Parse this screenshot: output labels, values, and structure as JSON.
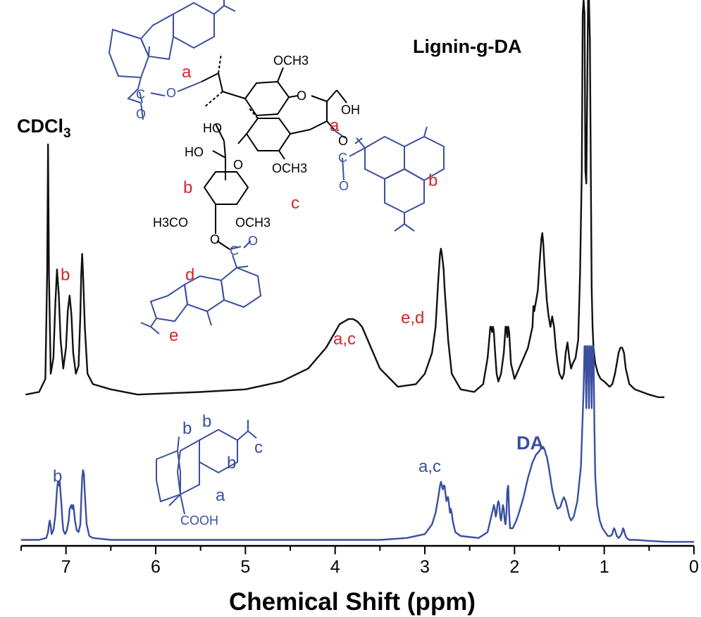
{
  "chart_data": {
    "type": "line",
    "xlabel": "Chemical Shift (ppm)",
    "ylabel": "",
    "xlim": [
      7.5,
      0
    ],
    "x_reversed": true,
    "x_ticks": [
      7,
      6,
      5,
      4,
      3,
      2,
      1,
      0
    ],
    "grid": false,
    "legend": "none",
    "series": [
      {
        "name": "Lignin-g-DA",
        "color": "#111111",
        "baseline": 0.05,
        "x": [
          7.45,
          7.3,
          7.23,
          7.21,
          7.2,
          7.19,
          7.17,
          7.14,
          7.12,
          7.1,
          7.08,
          7.06,
          7.03,
          7.0,
          6.98,
          6.96,
          6.94,
          6.92,
          6.89,
          6.86,
          6.84,
          6.83,
          6.82,
          6.81,
          6.79,
          6.76,
          6.7,
          6.5,
          6.2,
          5.5,
          5.0,
          4.6,
          4.3,
          4.1,
          4.0,
          3.95,
          3.9,
          3.85,
          3.8,
          3.75,
          3.7,
          3.6,
          3.5,
          3.3,
          3.1,
          3.0,
          2.92,
          2.88,
          2.85,
          2.83,
          2.82,
          2.81,
          2.8,
          2.79,
          2.78,
          2.76,
          2.74,
          2.7,
          2.6,
          2.45,
          2.35,
          2.3,
          2.27,
          2.26,
          2.25,
          2.24,
          2.23,
          2.22,
          2.2,
          2.18,
          2.15,
          2.12,
          2.1,
          2.09,
          2.08,
          2.07,
          2.06,
          2.04,
          2.0,
          1.95,
          1.9,
          1.85,
          1.8,
          1.79,
          1.78,
          1.76,
          1.74,
          1.72,
          1.7,
          1.69,
          1.68,
          1.66,
          1.64,
          1.62,
          1.6,
          1.58,
          1.56,
          1.54,
          1.52,
          1.5,
          1.47,
          1.45,
          1.43,
          1.41,
          1.39,
          1.37,
          1.35,
          1.32,
          1.29,
          1.27,
          1.25,
          1.24,
          1.23,
          1.22,
          1.21,
          1.2,
          1.19,
          1.18,
          1.17,
          1.16,
          1.15,
          1.14,
          1.13,
          1.12,
          1.1,
          1.07,
          1.04,
          1.0,
          0.97,
          0.94,
          0.91,
          0.88,
          0.86,
          0.84,
          0.82,
          0.8,
          0.78,
          0.76,
          0.72,
          0.66,
          0.58,
          0.5,
          0.4,
          0.33
        ],
        "y": [
          0.04,
          0.05,
          0.1,
          0.5,
          1.0,
          0.5,
          0.12,
          0.18,
          0.38,
          0.52,
          0.42,
          0.25,
          0.14,
          0.22,
          0.36,
          0.42,
          0.35,
          0.2,
          0.12,
          0.15,
          0.34,
          0.5,
          0.58,
          0.5,
          0.3,
          0.12,
          0.08,
          0.06,
          0.04,
          0.05,
          0.06,
          0.09,
          0.14,
          0.22,
          0.28,
          0.31,
          0.32,
          0.33,
          0.33,
          0.32,
          0.3,
          0.22,
          0.14,
          0.07,
          0.08,
          0.12,
          0.2,
          0.3,
          0.48,
          0.58,
          0.6,
          0.58,
          0.55,
          0.52,
          0.45,
          0.35,
          0.25,
          0.12,
          0.06,
          0.05,
          0.08,
          0.18,
          0.3,
          0.3,
          0.28,
          0.3,
          0.28,
          0.22,
          0.12,
          0.09,
          0.12,
          0.2,
          0.3,
          0.3,
          0.26,
          0.3,
          0.28,
          0.16,
          0.1,
          0.14,
          0.18,
          0.22,
          0.3,
          0.38,
          0.36,
          0.4,
          0.44,
          0.55,
          0.64,
          0.66,
          0.62,
          0.5,
          0.4,
          0.34,
          0.3,
          0.34,
          0.3,
          0.22,
          0.16,
          0.12,
          0.1,
          0.12,
          0.2,
          0.24,
          0.18,
          0.14,
          0.16,
          0.18,
          0.25,
          0.5,
          0.9,
          1.5,
          1.6,
          1.5,
          0.9,
          0.85,
          1.2,
          1.6,
          1.6,
          1.4,
          0.9,
          0.45,
          0.3,
          0.22,
          0.16,
          0.12,
          0.1,
          0.09,
          0.08,
          0.07,
          0.08,
          0.12,
          0.16,
          0.2,
          0.22,
          0.22,
          0.2,
          0.14,
          0.08,
          0.06,
          0.05,
          0.04,
          0.03,
          0.03
        ]
      },
      {
        "name": "DA",
        "color": "#3a4fa0",
        "baseline": 0.02,
        "x": [
          7.5,
          7.3,
          7.22,
          7.2,
          7.19,
          7.18,
          7.17,
          7.16,
          7.14,
          7.12,
          7.1,
          7.09,
          7.08,
          7.07,
          7.06,
          7.05,
          7.04,
          7.03,
          7.01,
          6.99,
          6.97,
          6.96,
          6.94,
          6.93,
          6.92,
          6.91,
          6.9,
          6.88,
          6.86,
          6.84,
          6.83,
          6.82,
          6.81,
          6.8,
          6.79,
          6.77,
          6.74,
          6.7,
          6.5,
          6.0,
          5.0,
          4.0,
          3.5,
          3.2,
          3.0,
          2.92,
          2.88,
          2.85,
          2.83,
          2.82,
          2.81,
          2.8,
          2.79,
          2.78,
          2.77,
          2.76,
          2.75,
          2.74,
          2.73,
          2.72,
          2.71,
          2.7,
          2.69,
          2.68,
          2.66,
          2.6,
          2.4,
          2.3,
          2.26,
          2.24,
          2.23,
          2.22,
          2.21,
          2.2,
          2.19,
          2.18,
          2.17,
          2.16,
          2.15,
          2.14,
          2.13,
          2.12,
          2.11,
          2.1,
          2.09,
          2.08,
          2.07,
          2.06,
          2.05,
          2.02,
          1.98,
          1.95,
          1.9,
          1.85,
          1.8,
          1.76,
          1.72,
          1.7,
          1.68,
          1.66,
          1.65,
          1.64,
          1.62,
          1.6,
          1.58,
          1.55,
          1.52,
          1.49,
          1.47,
          1.45,
          1.43,
          1.41,
          1.39,
          1.37,
          1.34,
          1.3,
          1.26,
          1.23,
          1.22,
          1.21,
          1.2,
          1.19,
          1.18,
          1.17,
          1.16,
          1.15,
          1.14,
          1.13,
          1.12,
          1.11,
          1.1,
          1.08,
          1.05,
          1.02,
          0.99,
          0.96,
          0.93,
          0.91,
          0.9,
          0.89,
          0.88,
          0.86,
          0.84,
          0.82,
          0.8,
          0.79,
          0.78,
          0.77,
          0.75,
          0.72,
          0.65,
          0.5,
          0.3,
          0.1,
          0.0
        ],
        "y": [
          0.02,
          0.02,
          0.03,
          0.06,
          0.1,
          0.12,
          0.09,
          0.05,
          0.07,
          0.14,
          0.28,
          0.32,
          0.3,
          0.32,
          0.26,
          0.2,
          0.12,
          0.07,
          0.05,
          0.07,
          0.12,
          0.18,
          0.2,
          0.18,
          0.2,
          0.17,
          0.12,
          0.07,
          0.06,
          0.1,
          0.22,
          0.34,
          0.38,
          0.36,
          0.26,
          0.1,
          0.04,
          0.03,
          0.02,
          0.02,
          0.02,
          0.02,
          0.02,
          0.03,
          0.05,
          0.1,
          0.16,
          0.24,
          0.3,
          0.32,
          0.3,
          0.28,
          0.3,
          0.3,
          0.26,
          0.22,
          0.24,
          0.24,
          0.2,
          0.16,
          0.18,
          0.16,
          0.12,
          0.1,
          0.06,
          0.04,
          0.03,
          0.06,
          0.14,
          0.18,
          0.2,
          0.18,
          0.14,
          0.16,
          0.2,
          0.22,
          0.2,
          0.14,
          0.12,
          0.16,
          0.2,
          0.18,
          0.12,
          0.1,
          0.16,
          0.28,
          0.3,
          0.16,
          0.08,
          0.08,
          0.12,
          0.16,
          0.24,
          0.34,
          0.42,
          0.46,
          0.48,
          0.5,
          0.5,
          0.48,
          0.46,
          0.45,
          0.4,
          0.34,
          0.28,
          0.22,
          0.18,
          0.19,
          0.22,
          0.24,
          0.22,
          0.18,
          0.14,
          0.12,
          0.14,
          0.22,
          0.4,
          0.8,
          1.02,
          1.02,
          0.7,
          1.02,
          1.02,
          0.7,
          1.02,
          1.02,
          0.7,
          1.02,
          1.02,
          0.6,
          0.35,
          0.2,
          0.12,
          0.08,
          0.06,
          0.04,
          0.04,
          0.05,
          0.07,
          0.08,
          0.07,
          0.04,
          0.03,
          0.04,
          0.06,
          0.08,
          0.07,
          0.05,
          0.03,
          0.02,
          0.02,
          0.015,
          0.01,
          0.01,
          0.01
        ]
      }
    ],
    "annotations": {
      "series_labels": [
        "Lignin-g-DA",
        "DA"
      ],
      "solvent": "CDCl",
      "solvent_sub": "3",
      "peaks_top": [
        "b",
        "e,d",
        "a,c"
      ],
      "peaks_bottom": [
        "b",
        "a,c"
      ],
      "struct_top_letters": [
        "a",
        "a",
        "b",
        "b",
        "c",
        "d",
        "e"
      ],
      "struct_top_groups": [
        "OCH3",
        "OH",
        "HO",
        "HO",
        "OCH3",
        "H3CO",
        "OCH3",
        "O",
        "O",
        "O",
        "O",
        "O",
        "O",
        "O",
        "C",
        "C",
        "C"
      ],
      "struct_bottom_letters": [
        "b",
        "b",
        "b",
        "c",
        "a"
      ],
      "struct_bottom_groups": [
        "COOH"
      ]
    }
  }
}
